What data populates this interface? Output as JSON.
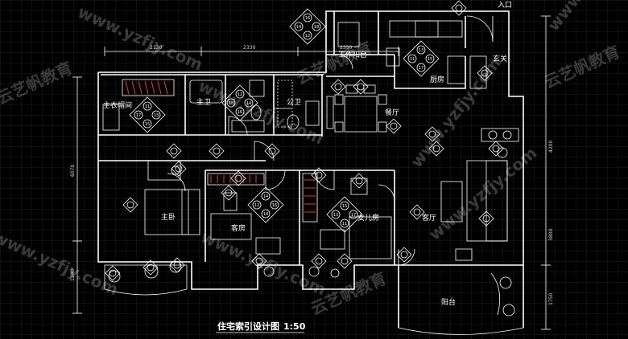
{
  "title": "住宅索引设计图",
  "scale": "1:50",
  "rooms": {
    "entrance": "入口",
    "work_balcony": "工作阳台",
    "kitchen": "厨房",
    "foyer": "玄关",
    "master_closet": "主衣帽间",
    "master_bath": "主卫",
    "public_bath": "公卫",
    "dining": "餐厅",
    "master_bedroom": "主卧",
    "guest_room": "客房",
    "daughter_room": "女儿房",
    "living": "客厅",
    "balcony": "阳台"
  },
  "dimensions": {
    "top": [
      "2130",
      "2330",
      "2350"
    ],
    "left": [
      "6070",
      "1240"
    ],
    "right": [
      "4200",
      "3800",
      "1750"
    ]
  },
  "index_numbers": [
    "11",
    "12",
    "13",
    "14",
    "15",
    "16",
    "17",
    "18"
  ],
  "watermarks": [
    "www.yzfjy.com",
    "云艺帆教育"
  ],
  "colors": {
    "background": "#000000",
    "lines": "#ffffff",
    "grid": "#2a2a2a",
    "accent": "#e33333"
  }
}
